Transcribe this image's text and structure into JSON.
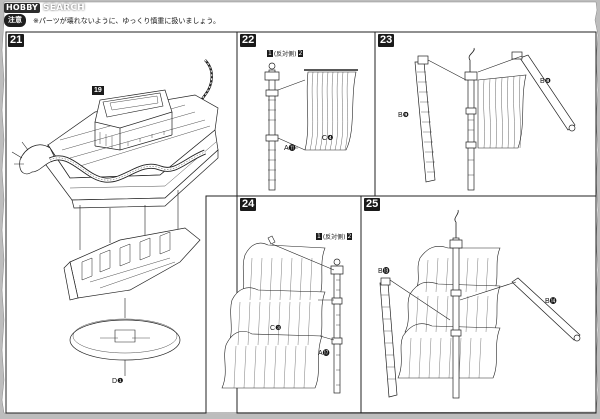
{
  "watermark": {
    "brand": "HOBBY",
    "name": "SEARCH"
  },
  "caution": {
    "icon": "注意",
    "text": "※パーツが壊れないように、ゆっくり慎重に扱いましょう。"
  },
  "steps": [
    {
      "num": "21"
    },
    {
      "num": "22"
    },
    {
      "num": "23"
    },
    {
      "num": "24"
    },
    {
      "num": "25"
    }
  ],
  "step21": {
    "part_box": "19",
    "part_d": "D"
  },
  "step22": {
    "side_num1": "1",
    "side_label": "(反対側)",
    "side_num2": "2",
    "part_a": "A",
    "part_c": "C"
  },
  "step23": {
    "part_b1": "B",
    "part_b2": "B"
  },
  "step24": {
    "side_num1": "1",
    "side_label": "(反対側)",
    "side_num2": "2",
    "part_c": "C",
    "part_a": "A"
  },
  "step25": {
    "part_b1": "B",
    "part_b2": "B"
  },
  "colors": {
    "paper": "#ffffff",
    "ink": "#1a1a1a",
    "frame": "#bdbdbd"
  }
}
